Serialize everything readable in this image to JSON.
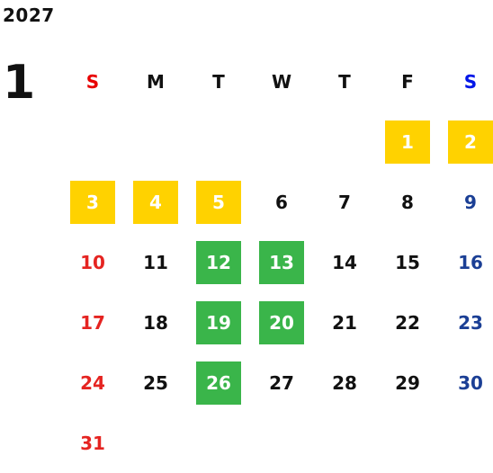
{
  "calendar": {
    "year": "2027",
    "month": "1",
    "weekdays": [
      "S",
      "M",
      "T",
      "W",
      "T",
      "F",
      "S"
    ],
    "colors": {
      "sunday_header": "#e80000",
      "saturday_header": "#0016e8",
      "sunday": "#e52421",
      "saturday": "#1b3f95",
      "weekday": "#111111",
      "highlight_yellow": "#ffd200",
      "highlight_green": "#3ab54a"
    },
    "weeks": [
      [
        {
          "day": ""
        },
        {
          "day": ""
        },
        {
          "day": ""
        },
        {
          "day": ""
        },
        {
          "day": ""
        },
        {
          "day": "1",
          "highlight": "yellow"
        },
        {
          "day": "2",
          "highlight": "yellow"
        }
      ],
      [
        {
          "day": "3",
          "highlight": "yellow"
        },
        {
          "day": "4",
          "highlight": "yellow"
        },
        {
          "day": "5",
          "highlight": "yellow"
        },
        {
          "day": "6"
        },
        {
          "day": "7"
        },
        {
          "day": "8"
        },
        {
          "day": "9"
        }
      ],
      [
        {
          "day": "10"
        },
        {
          "day": "11"
        },
        {
          "day": "12",
          "highlight": "green"
        },
        {
          "day": "13",
          "highlight": "green"
        },
        {
          "day": "14"
        },
        {
          "day": "15"
        },
        {
          "day": "16"
        }
      ],
      [
        {
          "day": "17"
        },
        {
          "day": "18"
        },
        {
          "day": "19",
          "highlight": "green"
        },
        {
          "day": "20",
          "highlight": "green"
        },
        {
          "day": "21"
        },
        {
          "day": "22"
        },
        {
          "day": "23"
        }
      ],
      [
        {
          "day": "24"
        },
        {
          "day": "25"
        },
        {
          "day": "26",
          "highlight": "green"
        },
        {
          "day": "27"
        },
        {
          "day": "28"
        },
        {
          "day": "29"
        },
        {
          "day": "30"
        }
      ],
      [
        {
          "day": "31"
        },
        {
          "day": ""
        },
        {
          "day": ""
        },
        {
          "day": ""
        },
        {
          "day": ""
        },
        {
          "day": ""
        },
        {
          "day": ""
        }
      ]
    ]
  }
}
